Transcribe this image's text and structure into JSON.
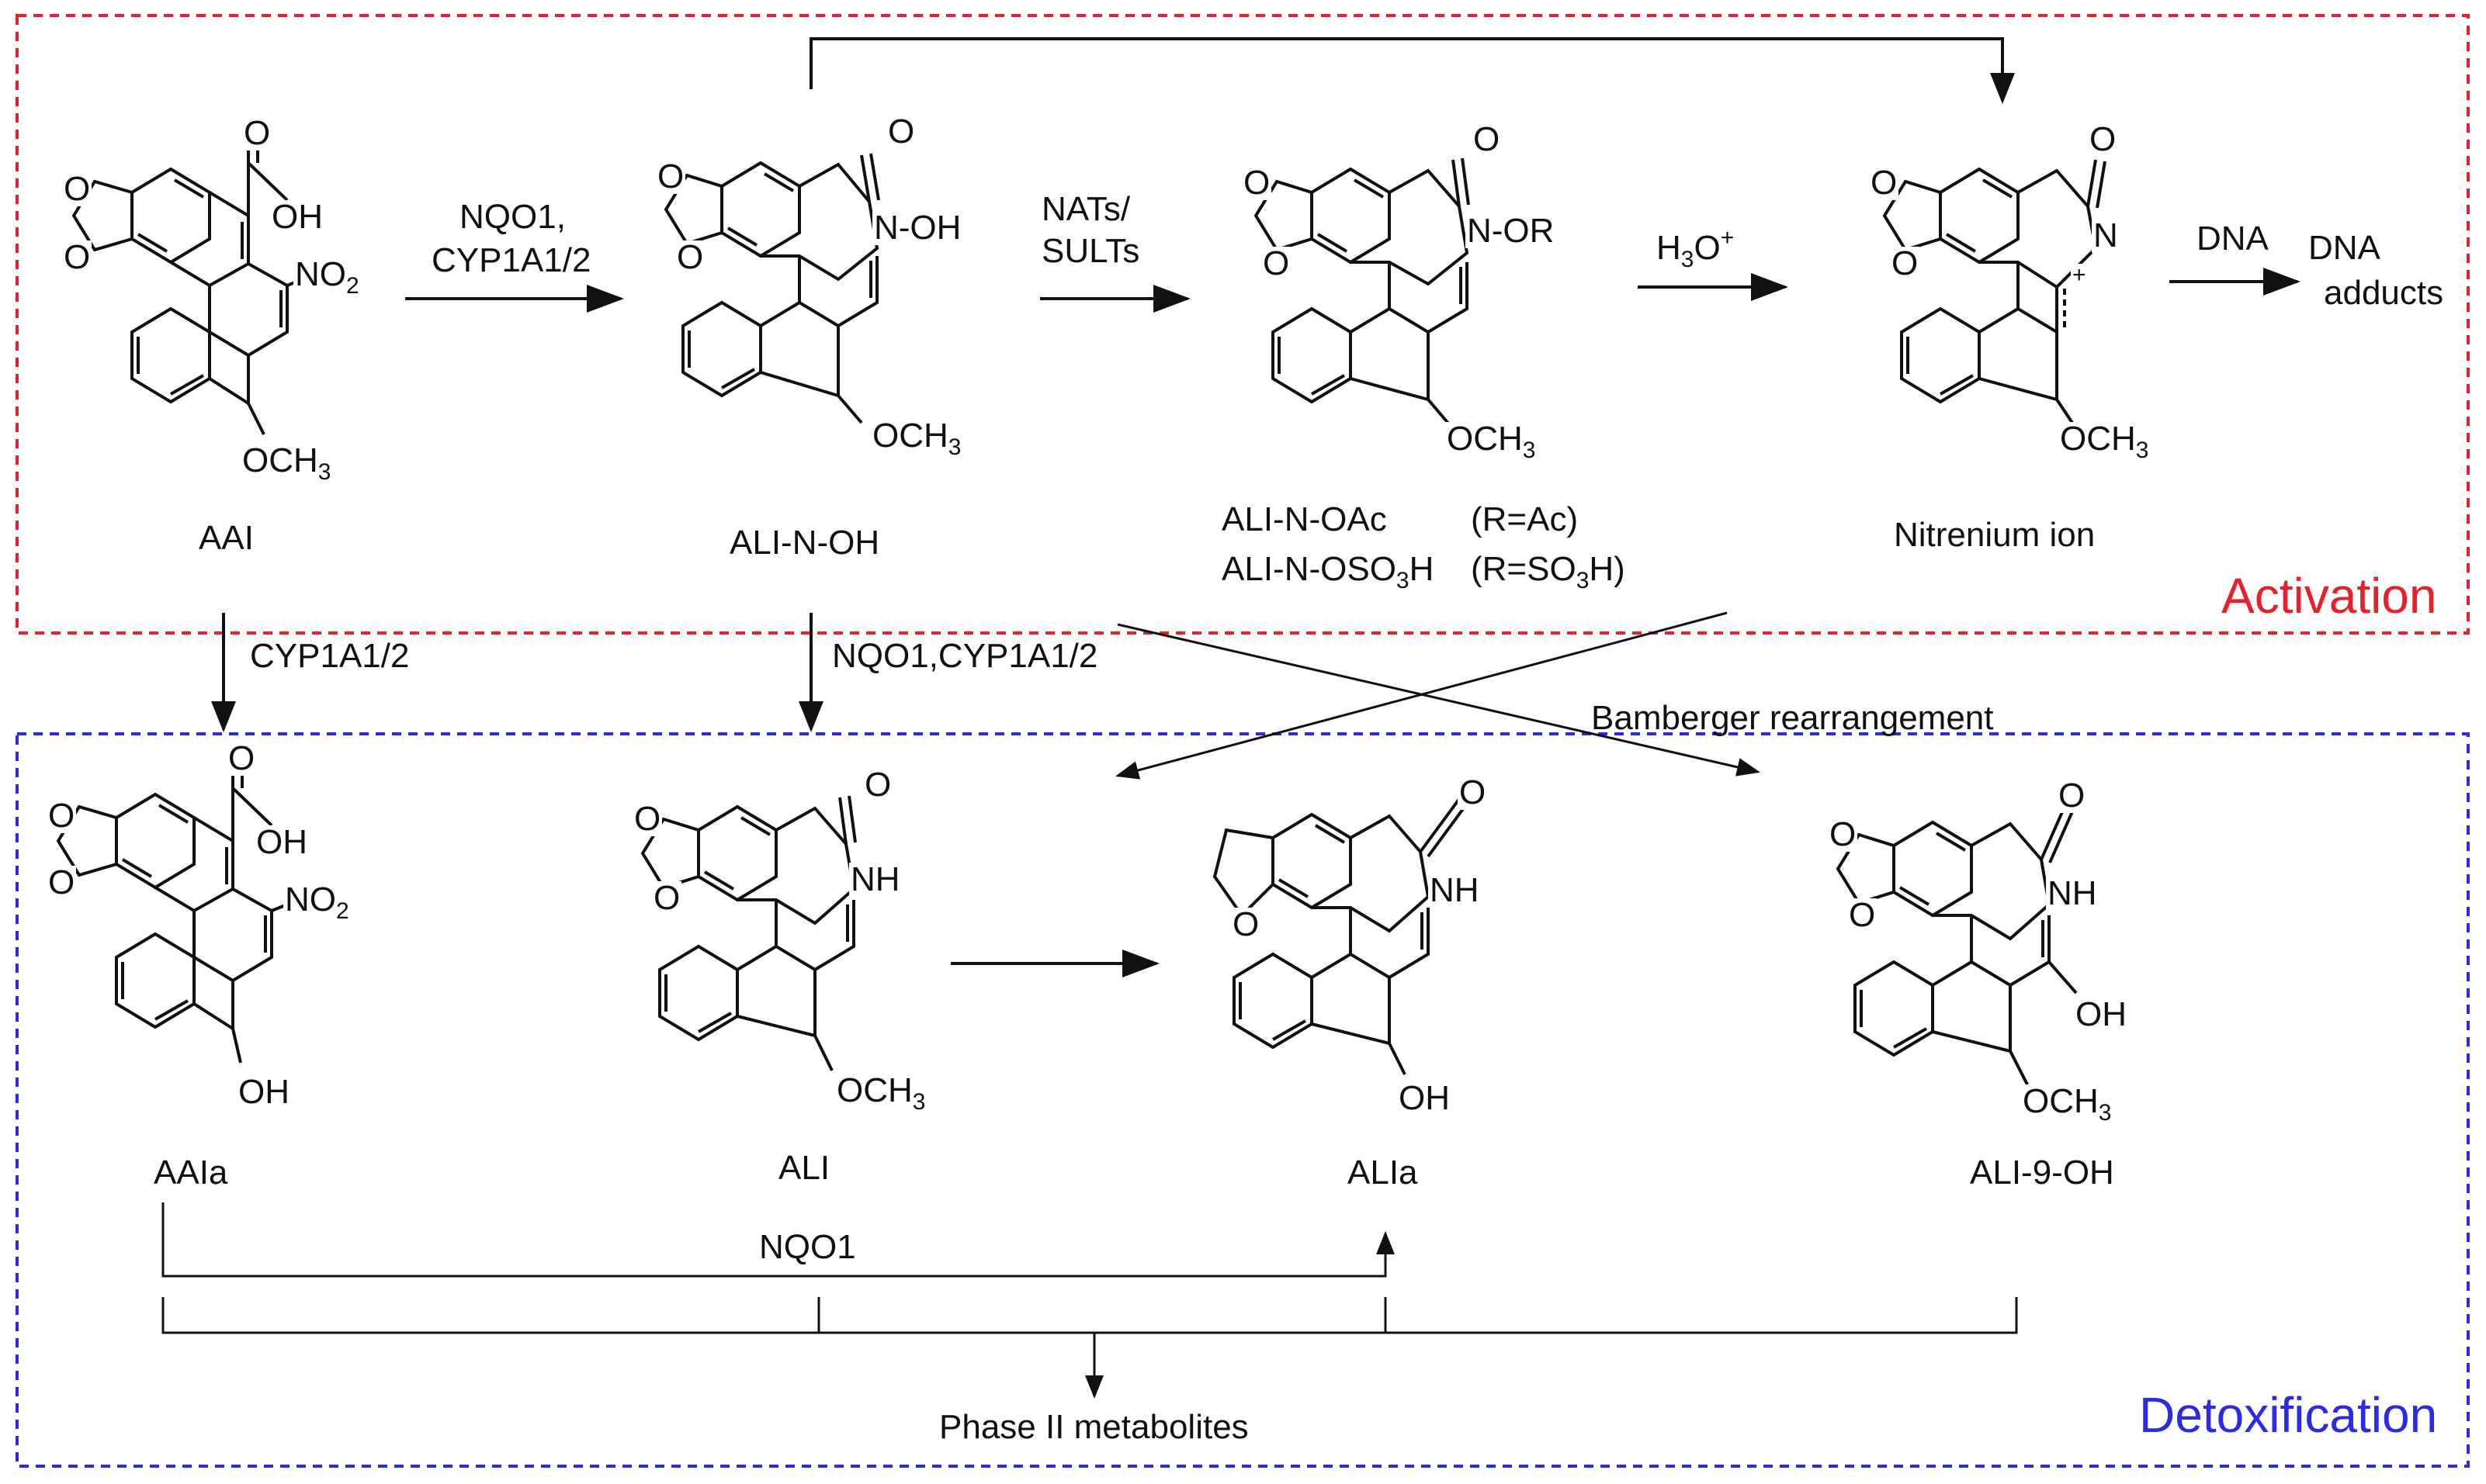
{
  "regions": {
    "activation": {
      "label": "Activation",
      "color": "#e8202a"
    },
    "detoxification": {
      "label": "Detoxification",
      "color": "#2a2ae8"
    }
  },
  "compounds": {
    "aai": "AAI",
    "ali_n_oh": "ALI-N-OH",
    "ali_n_oac": "ALI-N-OAc",
    "ali_n_oac_r": "(R=Ac)",
    "ali_n_oso3h_a": "ALI-N-OSO",
    "ali_n_oso3h_b": "H",
    "ali_n_oso3h_r_a": "(R=SO",
    "ali_n_oso3h_r_b": "H)",
    "nitrenium": "Nitrenium ion",
    "aaia": "AAIa",
    "ali": "ALI",
    "alia": "ALIa",
    "ali_9_oh": "ALI-9-OH",
    "dna_adducts_1": "DNA",
    "dna_adducts_2": "adducts",
    "phase2": "Phase II metabolites"
  },
  "enzymes": {
    "nqo1_cyp_1": "NQO1,",
    "nqo1_cyp_2": "CYP1A1/2",
    "nats": "NATs/",
    "sults": "SULTs",
    "h3o_a": "H",
    "h3o_b": "O",
    "dna": "DNA",
    "cyp": "CYP1A1/2",
    "nqo1_cyp_combined": "NQO1,CYP1A1/2",
    "bamberger": "Bamberger rearrangement",
    "nqo1": "NQO1"
  },
  "atoms": {
    "O": "O",
    "OH": "OH",
    "NO2_a": "NO",
    "OCH3_a": "OCH",
    "N_OH": "N-OH",
    "N_OR": "N-OR",
    "N": "N",
    "NH": "NH",
    "plus": "+",
    "sub2": "2",
    "sub3": "3"
  }
}
